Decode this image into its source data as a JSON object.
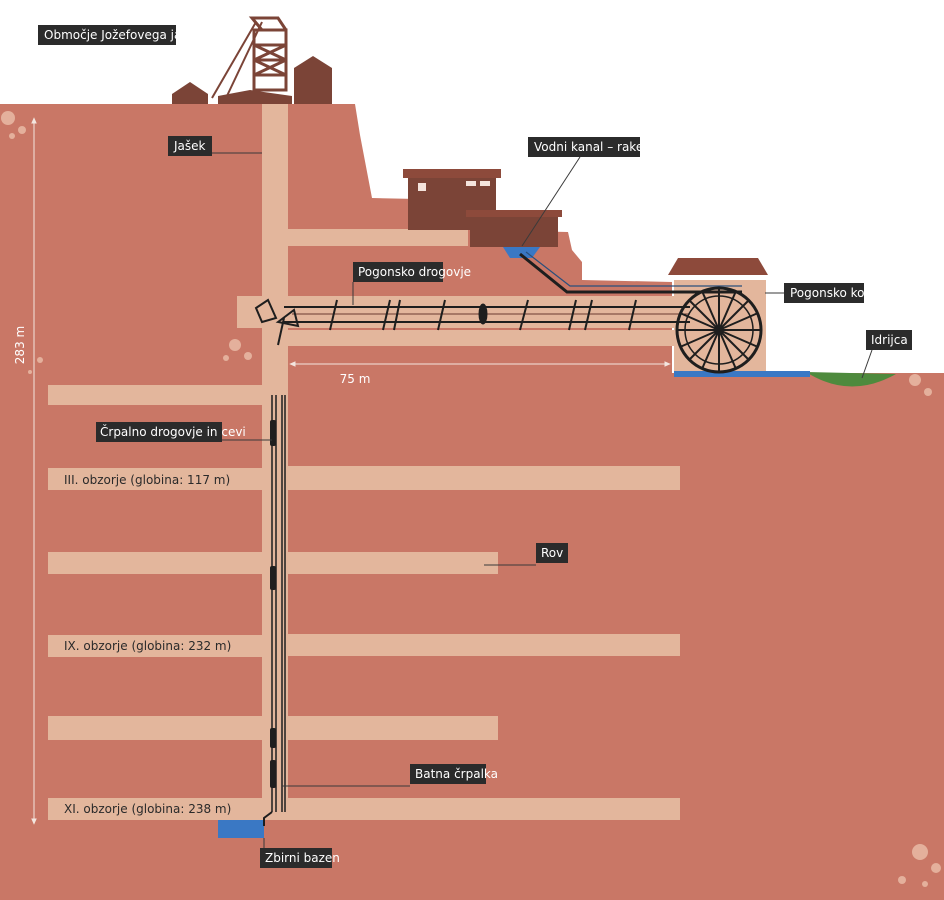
{
  "colors": {
    "sky": "#ffffff",
    "ground": "#c97766",
    "tunnel": "#e3b69c",
    "building": "#7b4437",
    "roof": "#8d4a3b",
    "water": "#3a78c4",
    "river_bank": "#4e8a3d",
    "label_bg": "#2b2b2b",
    "label_text": "#ffffff",
    "rod": "#1e1e1e"
  },
  "labels": {
    "area": "Območje Jožefovega jaška",
    "shaft": "Jašek",
    "channel": "Vodni kanal – rake",
    "drive_rods": "Pogonsko drogovje",
    "drive_wheel": "Pogonsko kolo",
    "river": "Idrijca",
    "pump_rods": "Črpalno drogovje in cevi",
    "gallery": "Rov",
    "piston_pump": "Batna črpalka",
    "collecting_pool": "Zbirni bazen"
  },
  "levels": {
    "level_iii": "III. obzorje (globina: 117 m)",
    "level_ix": "IX. obzorje (globina: 232 m)",
    "level_xi": "XI. obzorje (globina: 238 m)"
  },
  "dimensions": {
    "depth": "283 m",
    "length": "75 m"
  },
  "icons": [
    "headframe-icon",
    "waterwheel-icon",
    "pump-icon"
  ]
}
